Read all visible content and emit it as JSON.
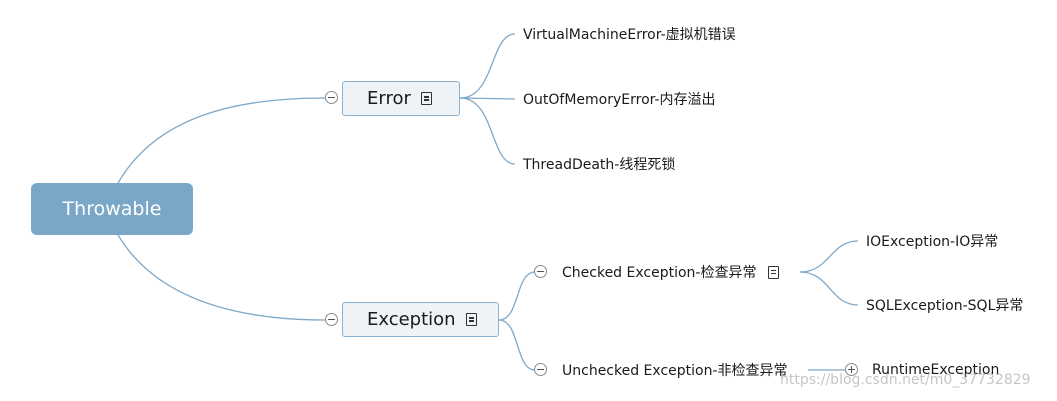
{
  "root": {
    "label": "Throwable"
  },
  "error": {
    "label": "Error",
    "children": [
      "VirtualMachineError-虚拟机错误",
      "OutOfMemoryError-内存溢出",
      "ThreadDeath-线程死锁"
    ]
  },
  "exception": {
    "label": "Exception",
    "checked": {
      "label": "Checked Exception-检查异常",
      "children": [
        "IOException-IO异常",
        "SQLException-SQL异常"
      ]
    },
    "unchecked": {
      "label": "Unchecked Exception-非检查异常",
      "children": [
        "RuntimeException"
      ]
    }
  },
  "watermark": "https://blog.csdn.net/m0_37732829",
  "colors": {
    "root_fill": "#7aa7c7",
    "node_fill": "#eef3f7",
    "node_border": "#8cb2cf",
    "connector": "#7fa8c8"
  },
  "icons": {
    "note": "note-icon",
    "collapse": "collapse-icon",
    "expand": "expand-icon"
  }
}
